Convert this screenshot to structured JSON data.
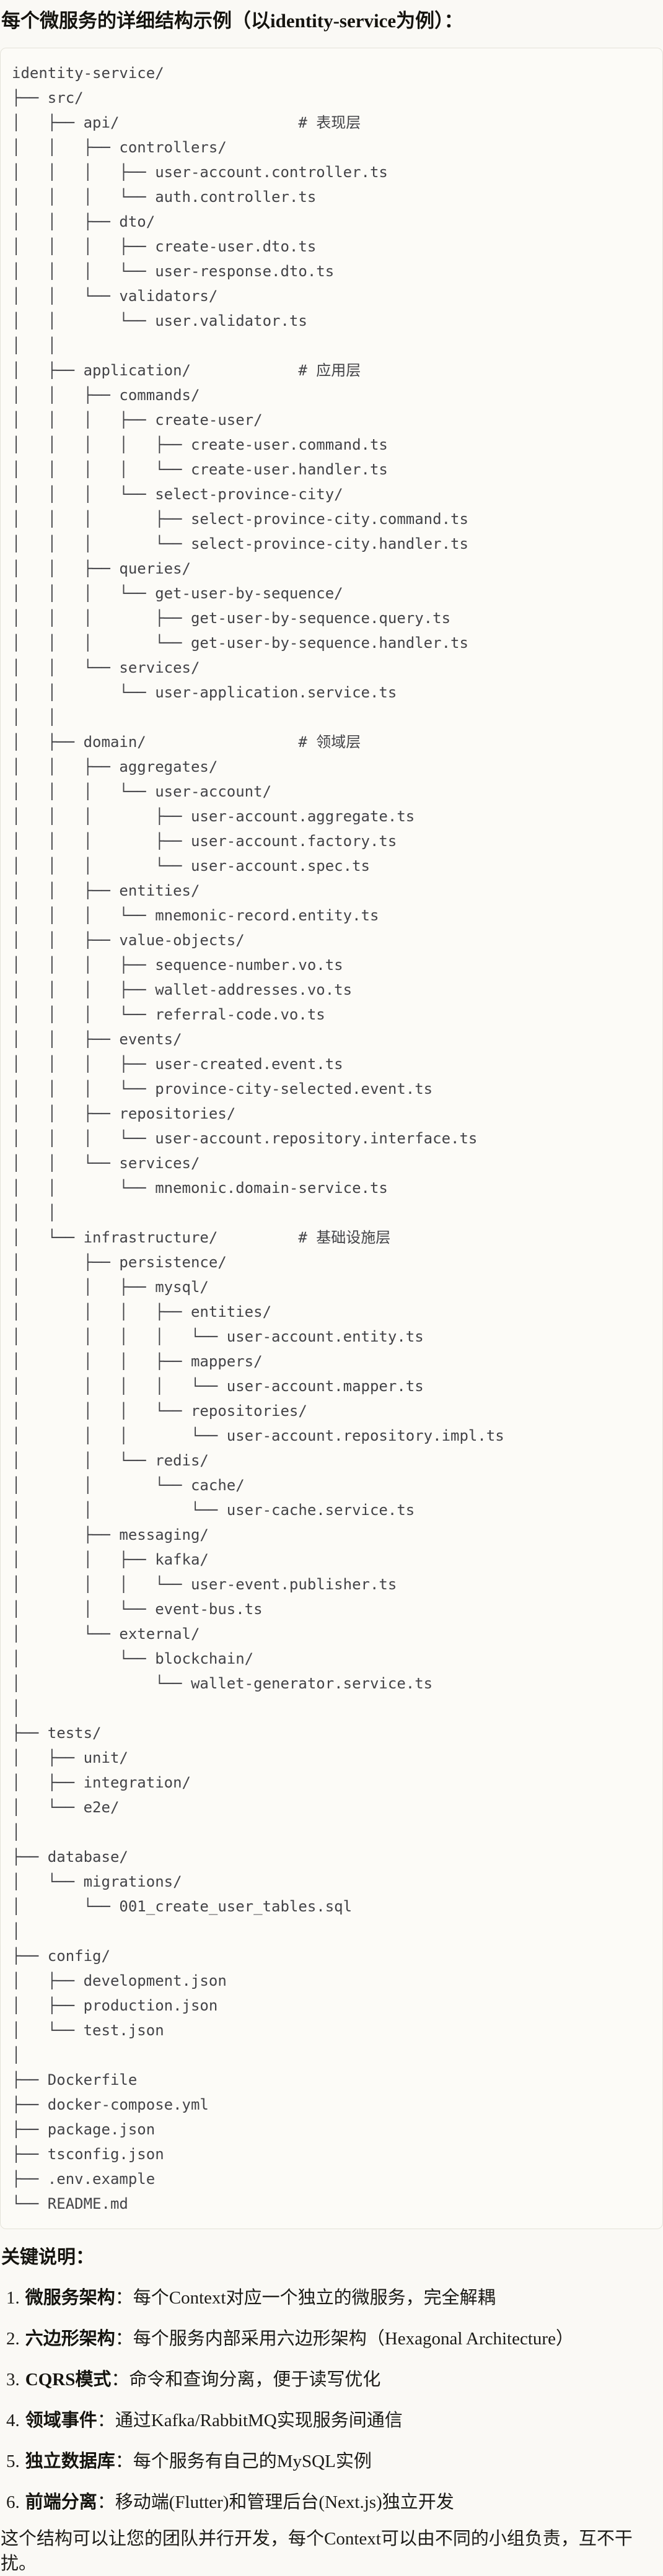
{
  "title": "每个微服务的详细结构示例（以identity-service为例）：",
  "colors": {
    "page_bg": "#FAF9F5",
    "code_bg": "#FCFBF7",
    "code_border": "#E4E2D9",
    "code_text": "#434347",
    "body_text": "#1C1B17"
  },
  "code_block": {
    "lines": [
      "identity-service/",
      "├── src/",
      "│   ├── api/                    # 表现层",
      "│   │   ├── controllers/",
      "│   │   │   ├── user-account.controller.ts",
      "│   │   │   └── auth.controller.ts",
      "│   │   ├── dto/",
      "│   │   │   ├── create-user.dto.ts",
      "│   │   │   └── user-response.dto.ts",
      "│   │   └── validators/",
      "│   │       └── user.validator.ts",
      "│   │",
      "│   ├── application/            # 应用层",
      "│   │   ├── commands/",
      "│   │   │   ├── create-user/",
      "│   │   │   │   ├── create-user.command.ts",
      "│   │   │   │   └── create-user.handler.ts",
      "│   │   │   └── select-province-city/",
      "│   │   │       ├── select-province-city.command.ts",
      "│   │   │       └── select-province-city.handler.ts",
      "│   │   ├── queries/",
      "│   │   │   └── get-user-by-sequence/",
      "│   │   │       ├── get-user-by-sequence.query.ts",
      "│   │   │       └── get-user-by-sequence.handler.ts",
      "│   │   └── services/",
      "│   │       └── user-application.service.ts",
      "│   │",
      "│   ├── domain/                 # 领域层",
      "│   │   ├── aggregates/",
      "│   │   │   └── user-account/",
      "│   │   │       ├── user-account.aggregate.ts",
      "│   │   │       ├── user-account.factory.ts",
      "│   │   │       └── user-account.spec.ts",
      "│   │   ├── entities/",
      "│   │   │   └── mnemonic-record.entity.ts",
      "│   │   ├── value-objects/",
      "│   │   │   ├── sequence-number.vo.ts",
      "│   │   │   ├── wallet-addresses.vo.ts",
      "│   │   │   └── referral-code.vo.ts",
      "│   │   ├── events/",
      "│   │   │   ├── user-created.event.ts",
      "│   │   │   └── province-city-selected.event.ts",
      "│   │   ├── repositories/",
      "│   │   │   └── user-account.repository.interface.ts",
      "│   │   └── services/",
      "│   │       └── mnemonic.domain-service.ts",
      "│   │",
      "│   └── infrastructure/         # 基础设施层",
      "│       ├── persistence/",
      "│       │   ├── mysql/",
      "│       │   │   ├── entities/",
      "│       │   │   │   └── user-account.entity.ts",
      "│       │   │   ├── mappers/",
      "│       │   │   │   └── user-account.mapper.ts",
      "│       │   │   └── repositories/",
      "│       │   │       └── user-account.repository.impl.ts",
      "│       │   └── redis/",
      "│       │       └── cache/",
      "│       │           └── user-cache.service.ts",
      "│       ├── messaging/",
      "│       │   ├── kafka/",
      "│       │   │   └── user-event.publisher.ts",
      "│       │   └── event-bus.ts",
      "│       └── external/",
      "│           └── blockchain/",
      "│               └── wallet-generator.service.ts",
      "│",
      "├── tests/",
      "│   ├── unit/",
      "│   ├── integration/",
      "│   └── e2e/",
      "│",
      "├── database/",
      "│   └── migrations/",
      "│       └── 001_create_user_tables.sql",
      "│",
      "├── config/",
      "│   ├── development.json",
      "│   ├── production.json",
      "│   └── test.json",
      "│",
      "├── Dockerfile",
      "├── docker-compose.yml",
      "├── package.json",
      "├── tsconfig.json",
      "├── .env.example",
      "└── README.md"
    ]
  },
  "notes": {
    "heading": "关键说明：",
    "items": [
      {
        "num": "1.",
        "label": "微服务架构",
        "rest": "：每个Context对应一个独立的微服务，完全解耦"
      },
      {
        "num": "2.",
        "label": "六边形架构",
        "rest": "：每个服务内部采用六边形架构（Hexagonal Architecture）"
      },
      {
        "num": "3.",
        "label": "CQRS模式",
        "rest": "：命令和查询分离，便于读写优化"
      },
      {
        "num": "4.",
        "label": "领域事件",
        "rest": "：通过Kafka/RabbitMQ实现服务间通信"
      },
      {
        "num": "5.",
        "label": "独立数据库",
        "rest": "：每个服务有自己的MySQL实例"
      },
      {
        "num": "6.",
        "label": "前端分离",
        "rest": "：移动端(Flutter)和管理后台(Next.js)独立开发"
      }
    ],
    "footer": "这个结构可以让您的团队并行开发，每个Context可以由不同的小组负责，互不干扰。"
  }
}
